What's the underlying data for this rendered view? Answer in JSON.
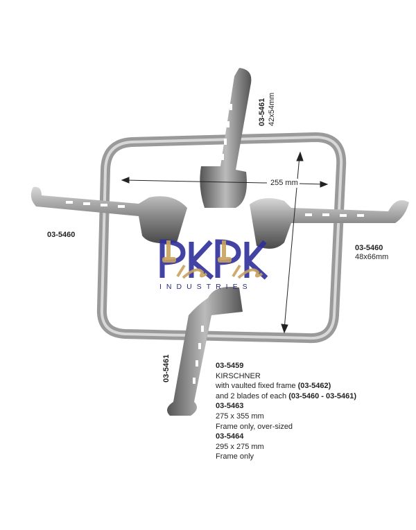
{
  "labels": {
    "top_blade_code": "03-5461",
    "top_blade_size": "42x54mm",
    "width_dimension": "255 mm",
    "left_blade_code": "03-5460",
    "right_blade_code": "03-5460",
    "right_blade_size": "48x66mm",
    "bottom_blade_code": "03-5461"
  },
  "description": {
    "code_main": "03-5459",
    "name": "KIRSCHNER",
    "line1_text": "with vaulted fixed frame ",
    "line1_code": "(03-5462)",
    "line2_text": "and 2 blades of each ",
    "line2_code": "(03-5460 - 03-5461)",
    "code_2": "03-5463",
    "size_2": "275 x 355 mm",
    "note_2": "Frame only, over-sized",
    "code_3": "03-5464",
    "size_3": "295 x 275 mm",
    "note_3": "Frame only"
  },
  "logo": {
    "name": "PikPak",
    "tagline": "INDUSTRIES",
    "colors": {
      "blue": "#2f2f9a",
      "gold": "#c8a25e"
    }
  }
}
